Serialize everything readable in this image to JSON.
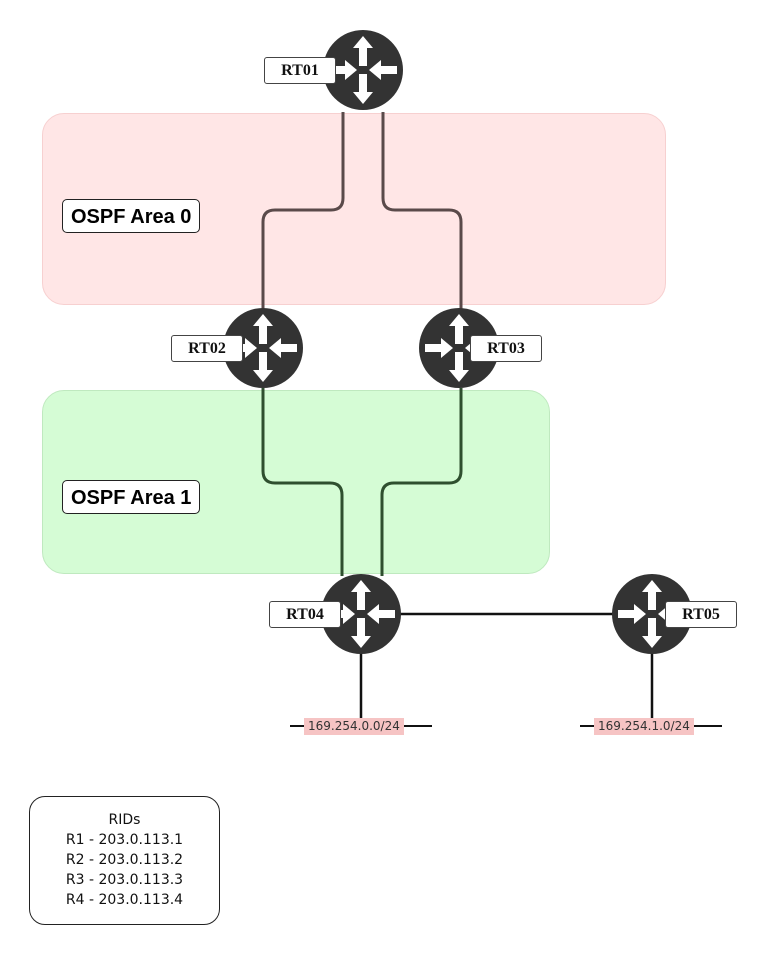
{
  "areas": [
    {
      "label": "OSPF Area 0"
    },
    {
      "label": "OSPF Area 1"
    }
  ],
  "routers": {
    "rt01": "RT01",
    "rt02": "RT02",
    "rt03": "RT03",
    "rt04": "RT04",
    "rt05": "RT05"
  },
  "subnets": {
    "rt04_lan": "169.254.0.0/24",
    "rt05_lan": "169.254.1.0/24"
  },
  "rids": {
    "title": "RIDs",
    "items": [
      "R1 - 203.0.113.1",
      "R2 - 203.0.113.2",
      "R3 - 203.0.113.3",
      "R4 - 203.0.113.4"
    ]
  },
  "colors": {
    "area0_fill": "#ffe6e6",
    "area1_fill": "#d5fcd5",
    "area0_links": "#5a4a4a",
    "area1_links": "#2f4f2f",
    "router_body": "#333333",
    "subnet_highlight": "#f6c4c4"
  },
  "icons": {
    "router": "router-icon"
  }
}
